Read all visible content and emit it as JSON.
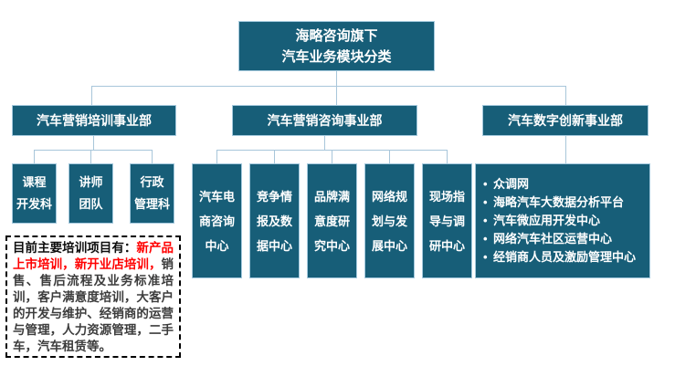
{
  "colors": {
    "node_fill": "#175E78",
    "node_border": "#A4C9DD",
    "connector": "#A8C6DA",
    "highlight_red": "#FF0000",
    "note_text": "#3C3C3C"
  },
  "root_node": {
    "lines": [
      "海略咨询旗下",
      "汽车业务模块分类"
    ]
  },
  "divisions": [
    {
      "label": "汽车营销培训事业部",
      "children": [
        {
          "lines": [
            "课程",
            "开发科"
          ]
        },
        {
          "lines": [
            "讲师",
            "团队"
          ]
        },
        {
          "lines": [
            "行政",
            "管理科"
          ]
        }
      ]
    },
    {
      "label": "汽车营销咨询事业部",
      "children": [
        {
          "lines": [
            "汽车电",
            "商咨询",
            "中心"
          ]
        },
        {
          "lines": [
            "竞争情",
            "报及数",
            "据中心"
          ]
        },
        {
          "lines": [
            "品牌满",
            "意度研",
            "究中心"
          ]
        },
        {
          "lines": [
            "网络规",
            "划与发",
            "展中心"
          ]
        },
        {
          "lines": [
            "现场指",
            "导与调",
            "研中心"
          ]
        }
      ]
    },
    {
      "label": "汽车数字创新事业部",
      "bullet": "•",
      "items": [
        "众调网",
        "海略汽车大数据分析平台",
        "汽车微应用开发中心",
        "网络汽车社区运营中心",
        "经销商人员及激励管理中心"
      ]
    }
  ],
  "note": {
    "intro": "目前主要培训项目有：",
    "highlight": "新产品上市培训，新开业店培训，",
    "body": "销售、售后流程及业务标准培训，客户满意度培训，大客户的开发与维护、经销商的运营与管理，人力资源管理，二手车，汽车租赁等。"
  }
}
